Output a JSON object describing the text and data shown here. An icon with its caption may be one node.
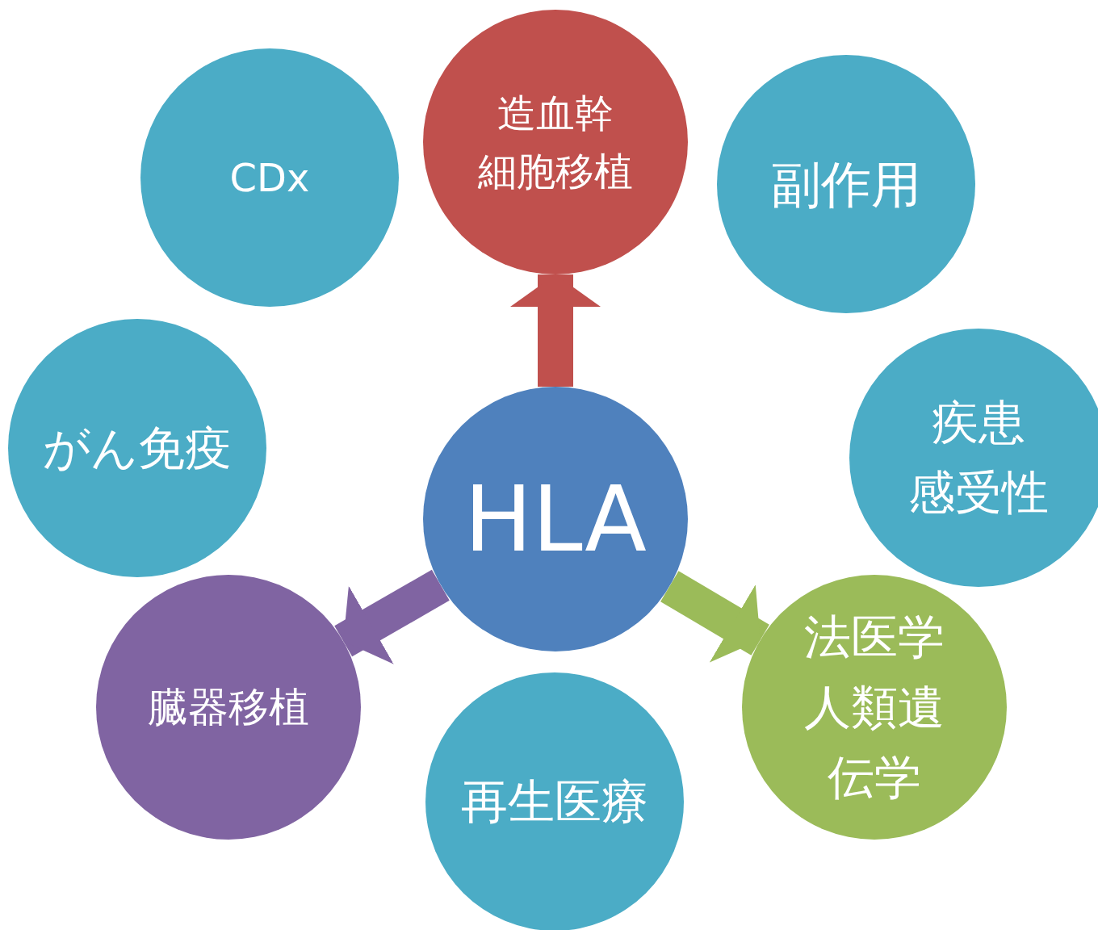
{
  "diagram": {
    "nodes": [
      {
        "text": [
          "CDx"
        ]
      },
      {
        "text": [
          "造血幹細胞移植"
        ]
      },
      {
        "text": [
          "副作用"
        ]
      },
      {
        "text": [
          "がん免疫"
        ]
      },
      {
        "text": [
          "疾患感受性"
        ]
      },
      {
        "text": [
          "HLA"
        ]
      },
      {
        "text": [
          "臓器移植"
        ]
      },
      {
        "text": [
          "法医学",
          "人類遺伝学"
        ]
      },
      {
        "text": [
          "再生医療"
        ]
      }
    ],
    "edges": [
      {
        "from": 5,
        "to": 1,
        "arrow": "to",
        "color": "#c0504d"
      },
      {
        "from": 5,
        "to": 6,
        "arrow": "to",
        "color": "#8064a2"
      },
      {
        "from": 5,
        "to": 7,
        "arrow": "to",
        "color": "#9bbb59"
      }
    ]
  }
}
